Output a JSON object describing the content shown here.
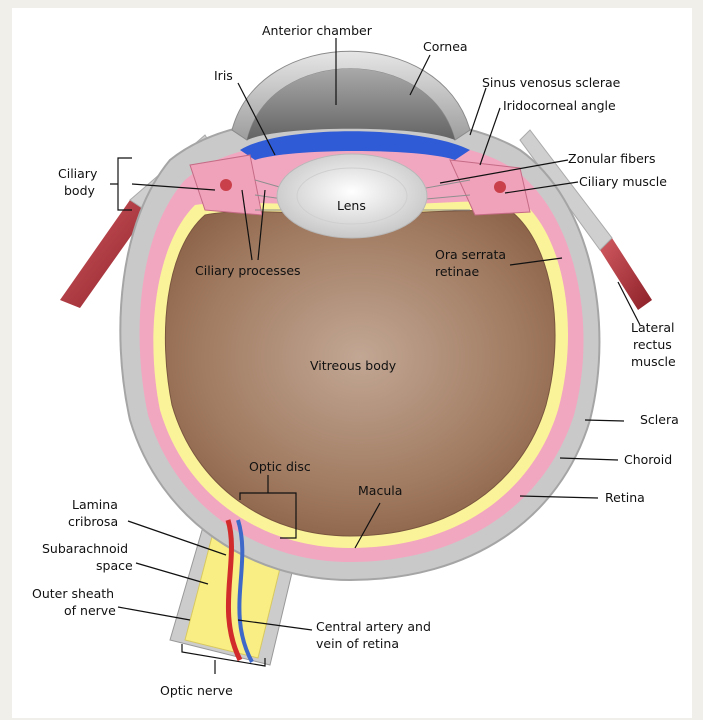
{
  "labels": {
    "anterior_chamber": "Anterior chamber",
    "cornea": "Cornea",
    "iris": "Iris",
    "sinus_venosus": "Sinus venosus sclerae",
    "iridocorneal_angle": "Iridocorneal angle",
    "zonular_fibers": "Zonular fibers",
    "ciliary_muscle": "Ciliary muscle",
    "ciliary_body": [
      "Ciliary",
      "body"
    ],
    "lens": "Lens",
    "ciliary_processes": "Ciliary processes",
    "ora_serrata": [
      "Ora serrata",
      "retinae"
    ],
    "lateral_rectus": [
      "Lateral",
      "rectus",
      "muscle"
    ],
    "vitreous_body": "Vitreous body",
    "sclera": "Sclera",
    "choroid": "Choroid",
    "retina": "Retina",
    "optic_disc": "Optic disc",
    "macula": "Macula",
    "lamina_cribrosa": [
      "Lamina",
      "cribrosa"
    ],
    "subarachnoid": [
      "Subarachnoid",
      "space"
    ],
    "outer_sheath": [
      "Outer sheath",
      "of nerve"
    ],
    "central_artery": [
      "Central artery and",
      "vein of retina"
    ],
    "optic_nerve": "Optic nerve"
  },
  "colors": {
    "sclera": "#c9c9c9",
    "choroid": "#f2a7c0",
    "retina": "#fbf39a",
    "vitreous": "#a8836a",
    "iris": "#2f5bd6",
    "lens": "#dcdcdc",
    "muscle": "#b5353f",
    "artery": "#d22b2b",
    "vein": "#3f69c9"
  }
}
